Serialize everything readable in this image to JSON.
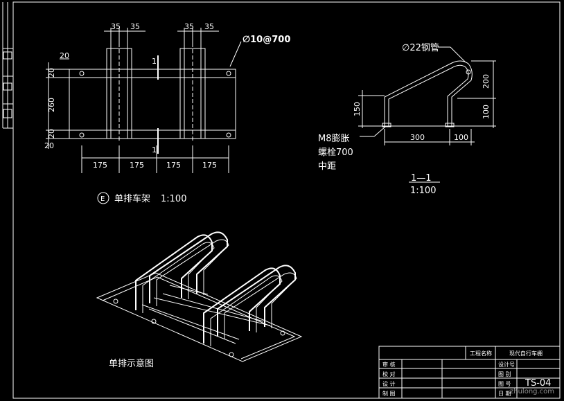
{
  "plan": {
    "dim_top_left": [
      "35",
      "35"
    ],
    "dim_top_right": [
      "35",
      "35"
    ],
    "rebar_note": "∅10@700",
    "dim_left": [
      "20",
      "20",
      "260",
      "20",
      "20"
    ],
    "dim_bottom": [
      "175",
      "175",
      "175",
      "175"
    ],
    "section_mark": "1",
    "title_circle": "E",
    "title": "单排车架",
    "scale": "1:100"
  },
  "section": {
    "pipe_note": "∅22钢管",
    "dim_right": [
      "200",
      "100"
    ],
    "dim_left": "150",
    "dim_bottom": [
      "300",
      "100"
    ],
    "bolt_note": [
      "M8膨胀",
      "螺栓700",
      "中距"
    ],
    "title": "1—1",
    "scale": "1:100"
  },
  "iso": {
    "caption": "单排示意图"
  },
  "titleblock": {
    "project_label": "工程名称",
    "project_name": "现代自行车棚",
    "rows": [
      "审  核",
      "校  对",
      "设  计",
      "制  图"
    ],
    "right_labels": [
      "设计号",
      "图  别",
      "图  号",
      "日  期"
    ],
    "drawing_no": "TS-04"
  },
  "watermark": "zhulong.com"
}
